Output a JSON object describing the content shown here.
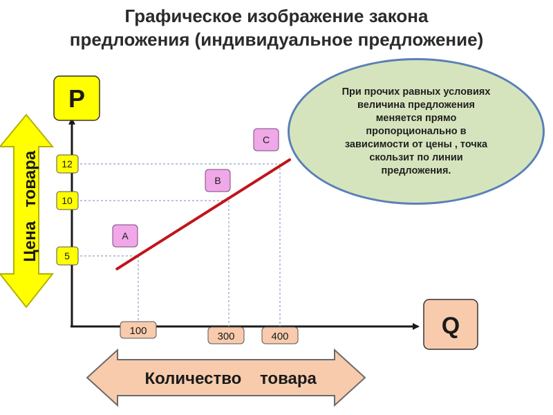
{
  "page": {
    "title_line1": "Графическое изображение закона",
    "title_line2": "предложения (индивидуальное предложение)"
  },
  "note": {
    "text": "При прочих равных условиях величина предложения меняется прямо пропорционально в зависимости от цены , точка скользит по линии предложения."
  },
  "colors": {
    "supply_line": "#c0141c",
    "axis": "#1a1a1a",
    "yellow": "#ffff00",
    "pink": "#f0a8e8",
    "peach": "#f8cbad",
    "note_fill": "#d6e4bd",
    "note_border": "#5a7fb8",
    "guide": "#8aa2c2"
  },
  "chart_data": {
    "type": "line",
    "title": "",
    "y_axis_symbol": "P",
    "x_axis_symbol": "Q",
    "ylabel": "Цена товара",
    "xlabel": "Количество товара",
    "ylabel_words": [
      "Цена",
      "товара"
    ],
    "xlabel_words": [
      "Количество",
      "товара"
    ],
    "grid": false,
    "legend": "none",
    "series": [
      {
        "points": [
          {
            "label": "A",
            "x": 100,
            "y": 5
          },
          {
            "label": "B",
            "x": 300,
            "y": 10
          },
          {
            "label": "C",
            "x": 400,
            "y": 12
          }
        ]
      }
    ],
    "x_ticks": [
      "100",
      "300",
      "400"
    ],
    "y_ticks": [
      "5",
      "10",
      "12"
    ]
  }
}
